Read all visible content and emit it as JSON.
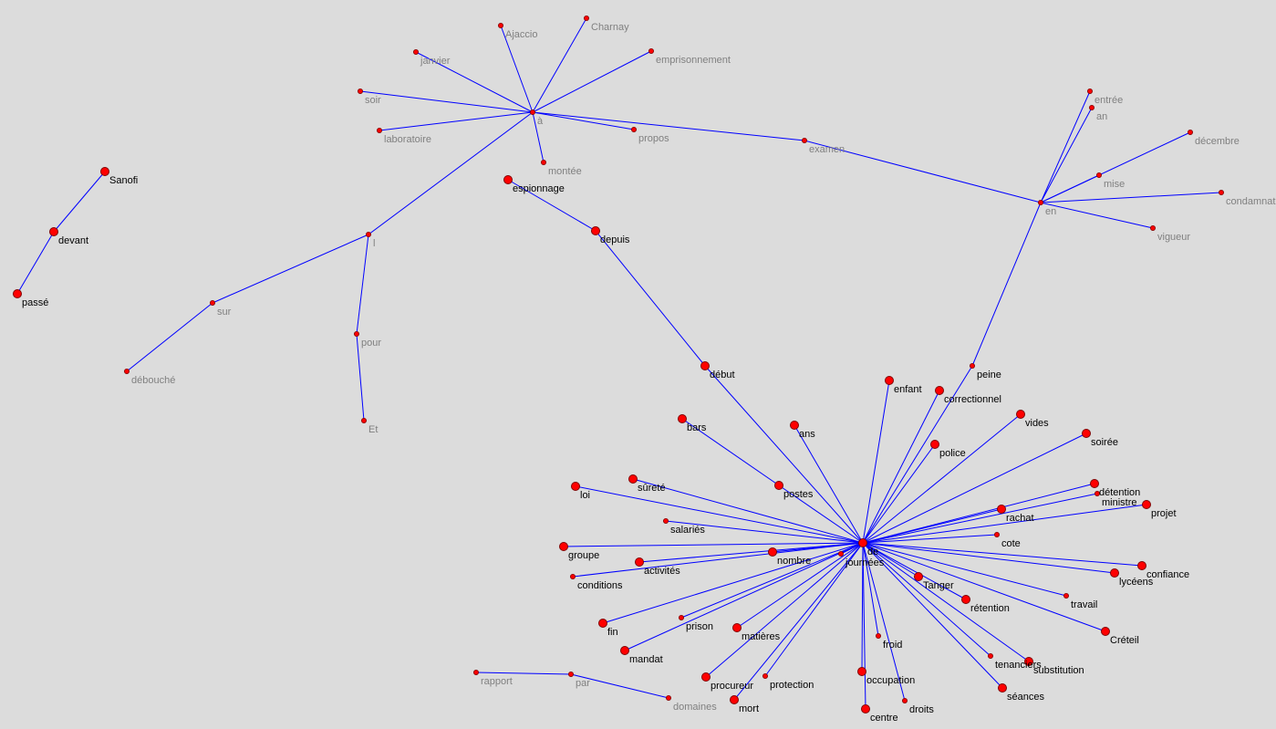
{
  "colors": {
    "background": "#dcdcdc",
    "edge": "#0000ff",
    "node_fill": "#ff0000",
    "node_stroke": "#800000",
    "label": "#000000",
    "label_faded": "#808080"
  },
  "nodes": [
    {
      "label": "Sanofi",
      "kind": "major",
      "faded": false
    },
    {
      "label": "devant",
      "kind": "major",
      "faded": false
    },
    {
      "label": "passé",
      "kind": "major",
      "faded": false
    },
    {
      "label": "à",
      "kind": "minor",
      "faded": true
    },
    {
      "label": "Ajaccio",
      "kind": "minor",
      "faded": true
    },
    {
      "label": "Charnay",
      "kind": "minor",
      "faded": true
    },
    {
      "label": "janvier",
      "kind": "minor",
      "faded": true
    },
    {
      "label": "emprisonnement",
      "kind": "minor",
      "faded": true
    },
    {
      "label": "soir",
      "kind": "minor",
      "faded": true
    },
    {
      "label": "laboratoire",
      "kind": "minor",
      "faded": true
    },
    {
      "label": "propos",
      "kind": "minor",
      "faded": true
    },
    {
      "label": "montée",
      "kind": "minor",
      "faded": true
    },
    {
      "label": "examen",
      "kind": "minor",
      "faded": true
    },
    {
      "label": "l",
      "kind": "minor",
      "faded": true
    },
    {
      "label": "sur",
      "kind": "minor",
      "faded": true
    },
    {
      "label": "débouché",
      "kind": "minor",
      "faded": true
    },
    {
      "label": "pour",
      "kind": "minor",
      "faded": true
    },
    {
      "label": "Et",
      "kind": "minor",
      "faded": true
    },
    {
      "label": "en",
      "kind": "minor",
      "faded": true
    },
    {
      "label": "entrée",
      "kind": "minor",
      "faded": true
    },
    {
      "label": "an",
      "kind": "minor",
      "faded": true
    },
    {
      "label": "décembre",
      "kind": "minor",
      "faded": true
    },
    {
      "label": "mise",
      "kind": "minor",
      "faded": true
    },
    {
      "label": "condamnati",
      "kind": "minor",
      "faded": true
    },
    {
      "label": "vigueur",
      "kind": "minor",
      "faded": true
    },
    {
      "label": "peine",
      "kind": "minor",
      "faded": false
    },
    {
      "label": "espionnage",
      "kind": "major",
      "faded": false
    },
    {
      "label": "depuis",
      "kind": "major",
      "faded": false
    },
    {
      "label": "début",
      "kind": "major",
      "faded": false
    },
    {
      "label": "de",
      "kind": "major",
      "faded": false
    },
    {
      "label": "journées",
      "kind": "minor",
      "faded": false
    },
    {
      "label": "enfant",
      "kind": "major",
      "faded": false
    },
    {
      "label": "correctionnel",
      "kind": "major",
      "faded": false
    },
    {
      "label": "vides",
      "kind": "major",
      "faded": false
    },
    {
      "label": "police",
      "kind": "major",
      "faded": false
    },
    {
      "label": "soirée",
      "kind": "major",
      "faded": false
    },
    {
      "label": "bars",
      "kind": "major",
      "faded": false
    },
    {
      "label": "ans",
      "kind": "major",
      "faded": false
    },
    {
      "label": "sûreté",
      "kind": "major",
      "faded": false
    },
    {
      "label": "loi",
      "kind": "major",
      "faded": false
    },
    {
      "label": "postes",
      "kind": "major",
      "faded": false
    },
    {
      "label": "détention",
      "kind": "major",
      "faded": false
    },
    {
      "label": "ministre",
      "kind": "minor",
      "faded": false
    },
    {
      "label": "rachat",
      "kind": "major",
      "faded": false
    },
    {
      "label": "projet",
      "kind": "major",
      "faded": false
    },
    {
      "label": "salariés",
      "kind": "minor",
      "faded": false
    },
    {
      "label": "cote",
      "kind": "minor",
      "faded": false
    },
    {
      "label": "groupe",
      "kind": "major",
      "faded": false
    },
    {
      "label": "nombre",
      "kind": "major",
      "faded": false
    },
    {
      "label": "activités",
      "kind": "major",
      "faded": false
    },
    {
      "label": "confiance",
      "kind": "major",
      "faded": false
    },
    {
      "label": "lycéens",
      "kind": "major",
      "faded": false
    },
    {
      "label": "conditions",
      "kind": "minor",
      "faded": false
    },
    {
      "label": "Tanger",
      "kind": "major",
      "faded": false
    },
    {
      "label": "rétention",
      "kind": "major",
      "faded": false
    },
    {
      "label": "travail",
      "kind": "minor",
      "faded": false
    },
    {
      "label": "fin",
      "kind": "major",
      "faded": false
    },
    {
      "label": "prison",
      "kind": "minor",
      "faded": false
    },
    {
      "label": "matières",
      "kind": "major",
      "faded": false
    },
    {
      "label": "Créteil",
      "kind": "major",
      "faded": false
    },
    {
      "label": "froid",
      "kind": "minor",
      "faded": false
    },
    {
      "label": "mandat",
      "kind": "major",
      "faded": false
    },
    {
      "label": "tenanciers",
      "kind": "minor",
      "faded": false
    },
    {
      "label": "substitution",
      "kind": "major",
      "faded": false
    },
    {
      "label": "procureur",
      "kind": "major",
      "faded": false
    },
    {
      "label": "protection",
      "kind": "minor",
      "faded": false
    },
    {
      "label": "occupation",
      "kind": "major",
      "faded": false
    },
    {
      "label": "séances",
      "kind": "major",
      "faded": false
    },
    {
      "label": "mort",
      "kind": "major",
      "faded": false
    },
    {
      "label": "droits",
      "kind": "minor",
      "faded": false
    },
    {
      "label": "centre",
      "kind": "major",
      "faded": false
    },
    {
      "label": "rapport",
      "kind": "minor",
      "faded": true
    },
    {
      "label": "par",
      "kind": "minor",
      "faded": true
    },
    {
      "label": "domaines",
      "kind": "minor",
      "faded": true
    }
  ],
  "edges": [
    [
      0,
      1
    ],
    [
      1,
      2
    ],
    [
      3,
      4
    ],
    [
      3,
      5
    ],
    [
      3,
      6
    ],
    [
      3,
      7
    ],
    [
      3,
      8
    ],
    [
      3,
      9
    ],
    [
      3,
      10
    ],
    [
      3,
      11
    ],
    [
      3,
      12
    ],
    [
      3,
      13
    ],
    [
      13,
      14
    ],
    [
      14,
      15
    ],
    [
      13,
      16
    ],
    [
      16,
      17
    ],
    [
      12,
      18
    ],
    [
      18,
      19
    ],
    [
      18,
      20
    ],
    [
      18,
      21
    ],
    [
      18,
      22
    ],
    [
      18,
      23
    ],
    [
      18,
      24
    ],
    [
      18,
      25
    ],
    [
      26,
      27
    ],
    [
      27,
      28
    ],
    [
      28,
      29
    ],
    [
      29,
      25
    ],
    [
      29,
      30
    ],
    [
      29,
      31
    ],
    [
      29,
      32
    ],
    [
      29,
      33
    ],
    [
      29,
      34
    ],
    [
      29,
      35
    ],
    [
      36,
      40
    ],
    [
      40,
      29
    ],
    [
      29,
      37
    ],
    [
      29,
      38
    ],
    [
      29,
      39
    ],
    [
      29,
      41
    ],
    [
      29,
      42
    ],
    [
      29,
      43
    ],
    [
      29,
      44
    ],
    [
      29,
      45
    ],
    [
      29,
      46
    ],
    [
      29,
      47
    ],
    [
      29,
      48
    ],
    [
      29,
      49
    ],
    [
      29,
      50
    ],
    [
      29,
      51
    ],
    [
      29,
      52
    ],
    [
      29,
      53
    ],
    [
      29,
      54
    ],
    [
      29,
      55
    ],
    [
      29,
      56
    ],
    [
      29,
      57
    ],
    [
      29,
      58
    ],
    [
      29,
      59
    ],
    [
      29,
      60
    ],
    [
      29,
      61
    ],
    [
      29,
      62
    ],
    [
      29,
      63
    ],
    [
      29,
      64
    ],
    [
      29,
      65
    ],
    [
      29,
      66
    ],
    [
      29,
      67
    ],
    [
      29,
      68
    ],
    [
      29,
      69
    ],
    [
      29,
      70
    ],
    [
      71,
      72
    ],
    [
      72,
      73
    ]
  ]
}
